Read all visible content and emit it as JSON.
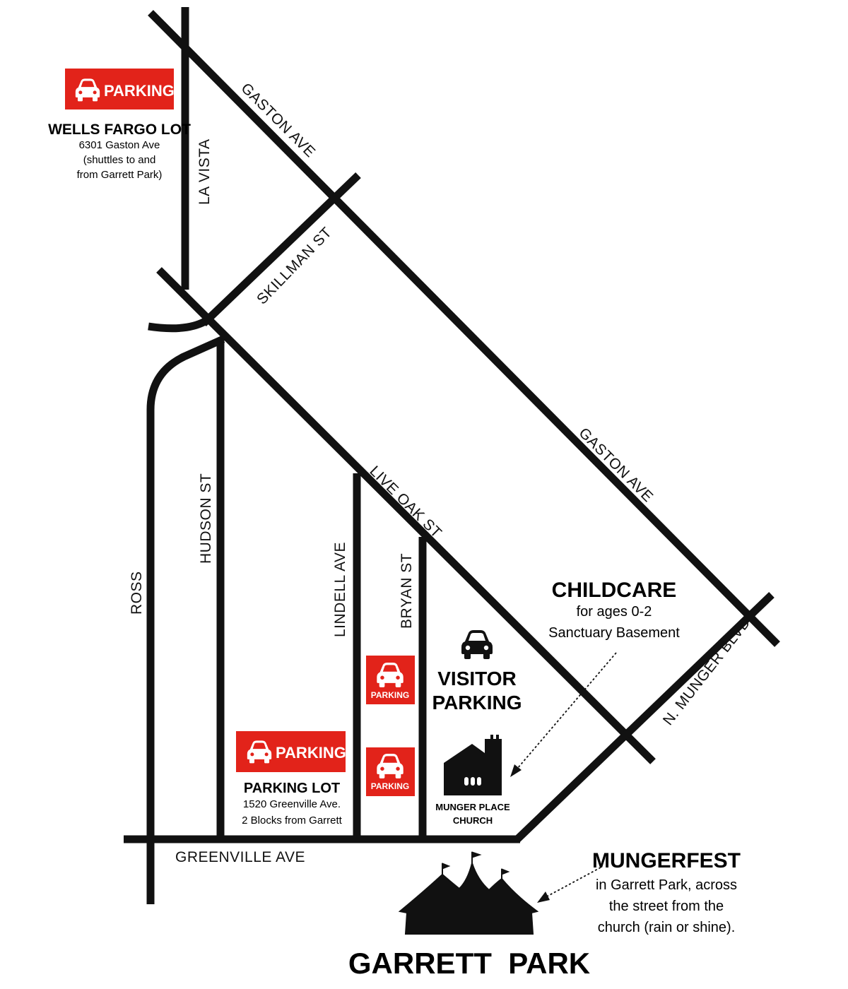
{
  "colors": {
    "road": "#111111",
    "parking": "#e2231a",
    "text": "#111111",
    "background": "#ffffff"
  },
  "streets": {
    "gaston_upper": "GASTON AVE",
    "gaston_lower": "GASTON AVE",
    "la_vista": "LA VISTA",
    "skillman": "SKILLMAN ST",
    "live_oak": "LIVE OAK  ST",
    "hudson": "HUDSON ST",
    "ross": "ROSS",
    "lindell": "LINDELL AVE",
    "bryan": "BRYAN ST",
    "munger_blvd": "N. MUNGER BLVD",
    "greenville": "GREENVILLE AVE"
  },
  "parking_badges": {
    "wells_fargo_label": "PARKING",
    "lot_label": "PARKING",
    "small_label": "PARKING",
    "small2_label": "PARKING",
    "icon": "car-icon"
  },
  "wells_fargo": {
    "title": "WELLS FARGO LOT",
    "line1": "6301 Gaston Ave",
    "line2": "(shuttles to and",
    "line3": "from Garrett Park)"
  },
  "parking_lot": {
    "title": "PARKING LOT",
    "line1": "1520 Greenville Ave.",
    "line2": "2 Blocks from Garrett"
  },
  "visitor": {
    "line1": "VISITOR",
    "line2": "PARKING",
    "icon": "car-icon"
  },
  "childcare": {
    "title": "CHILDCARE",
    "line1": "for ages 0-2",
    "line2": "Sanctuary Basement"
  },
  "church": {
    "line1": "MUNGER PLACE",
    "line2": "CHURCH",
    "icon": "church-icon"
  },
  "mungerfest": {
    "title": "MUNGERFEST",
    "line1": "in Garrett Park, across",
    "line2": "the street from the",
    "line3": "church (rain or shine)."
  },
  "park": {
    "name": "GARRETT  PARK",
    "icon": "tent-icon"
  }
}
